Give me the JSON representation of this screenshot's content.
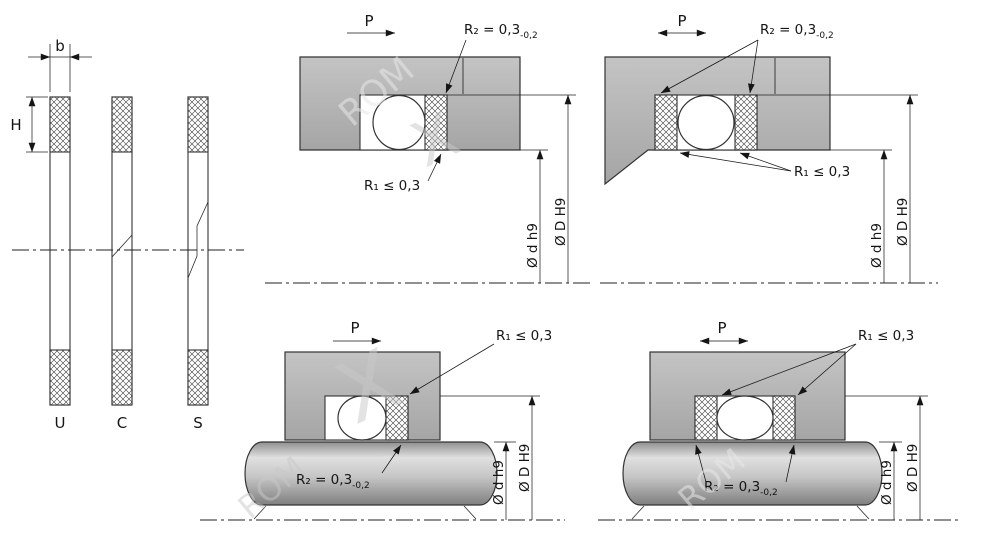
{
  "profiles": {
    "width_label": "b",
    "height_label": "H",
    "types": [
      "U",
      "C",
      "S"
    ]
  },
  "labels": {
    "pressure": "P",
    "r1": "R₁ ≤ 0,3",
    "r2_base": "R₂ = 0,3",
    "r2_tol": "-0,2",
    "dia_shaft": "Ø d h9",
    "dia_bore": "Ø D H9"
  },
  "watermark": {
    "text": "ROM",
    "mark": "X"
  },
  "colors": {
    "metal_gray": "#b5b5b5",
    "line": "#2f2f2f",
    "hatch": "#3a3a3a"
  }
}
